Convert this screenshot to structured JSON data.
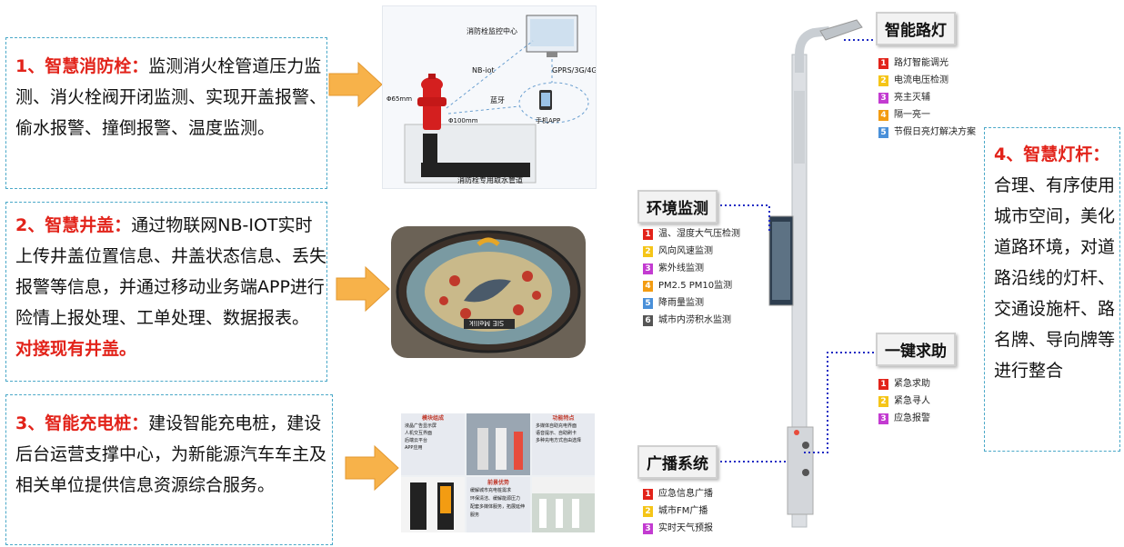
{
  "left_panels": [
    {
      "title": "1、智慧消防栓：",
      "text": "监测消火栓管道压力监测、消火栓阀开闭监测、实现开盖报警、偷水报警、撞倒报警、温度监测。"
    },
    {
      "title": "2、智慧井盖：",
      "text": "通过物联网NB-IOT实时上传井盖位置信息、井盖状态信息、丢失报警等信息，并通过移动业务端APP进行险情上报处理、工单处理、数据报表。",
      "highlight": "对接现有井盖。"
    },
    {
      "title": "3、智能充电桩：",
      "text": "建设智能充电桩，建设后台运营支撑中心，为新能源汽车车主及相关单位提供信息资源综合服务。"
    }
  ],
  "hydrant_diagram": {
    "center": "消防栓监控中心",
    "nb": "NB-iot",
    "gprs": "GPRS/3G/4G",
    "bt": "蓝牙",
    "phone": "手机APP",
    "d65": "Φ65mm",
    "d100": "Φ100mm",
    "pipe": "消防栓专用取水管道"
  },
  "manhole_text": "SIE Mellik",
  "charging_image": {
    "block1_title": "模块组成",
    "block1_items": [
      "液晶广告显示屏",
      "人机交互界面",
      "后端云平台",
      "APP应用"
    ],
    "block2_title": "功能特点",
    "block2_items": [
      "多媒体自助充电界面",
      "语音提示、自助刷卡",
      "多种充电方式自由选择"
    ],
    "block3_title": "前景优势",
    "block3_items": [
      "缓解城市充电桩需求",
      "环保清洁、缓解能源压力",
      "配套多媒体服务，拓展延伸服务"
    ]
  },
  "pole": {
    "light": {
      "title": "智能路灯",
      "items": [
        "路灯智能调光",
        "电流电压检测",
        "亮主灭辅",
        "隔一亮一",
        "节假日亮灯解决方案"
      ]
    },
    "env": {
      "title": "环境监测",
      "items": [
        "温、湿度大气压检测",
        "风向风速监测",
        "紫外线监测",
        "PM2.5  PM10监测",
        "降雨量监测",
        "城市内涝积水监测"
      ]
    },
    "help": {
      "title": "一键求助",
      "items": [
        "紧急求助",
        "紧急寻人",
        "应急报警"
      ]
    },
    "broadcast": {
      "title": "广播系统",
      "items": [
        "应急信息广播",
        "城市FM广播",
        "实时天气预报"
      ]
    }
  },
  "right_panel": {
    "title": "4、智慧灯杆：",
    "text": "合理、有序使用城市空间，美化道路环境，对道路沿线的灯杆、交通设施杆、路名牌、导向牌等进行整合"
  },
  "num_colors": [
    "#e2231a",
    "#f5c518",
    "#c33bd1",
    "#f39c12",
    "#4a90d9",
    "#555555"
  ]
}
